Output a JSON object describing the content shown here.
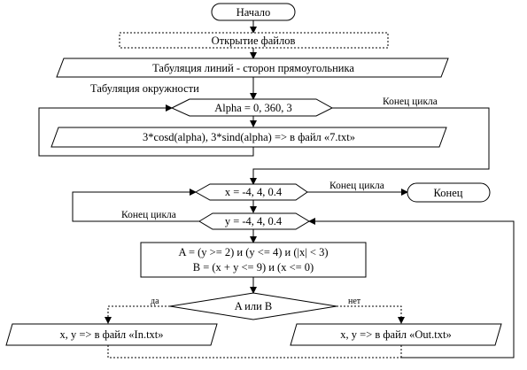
{
  "nodes": {
    "start": "Начало",
    "open_files": "Открытие файлов",
    "tab_lines": "Табуляция линий - сторон прямоугольника",
    "tab_circle_label": "Табуляция окружности",
    "loop_alpha": "Alpha = 0, 360, 3",
    "end_loop_1": "Конец  цикла",
    "write_7": "3*cosd(alpha), 3*sind(alpha) => в файл «7.txt»",
    "loop_x": "x = -4, 4, 0.4",
    "end_loop_x": "Конец  цикла",
    "end": "Конец",
    "end_loop_y": "Конец  цикла",
    "loop_y": "y = -4, 4, 0.4",
    "cond_a": "A = (y >= 2) и (y <= 4) и (|x|  < 3)",
    "cond_b": "B = (x  + y  <= 9) и (x <= 0)",
    "decision": "A  или  B",
    "yes": "да",
    "no": "нет",
    "write_in": "x, y  =>  в файл «In.txt»",
    "write_out": "x, y  =>  в файл «Out.txt»"
  }
}
